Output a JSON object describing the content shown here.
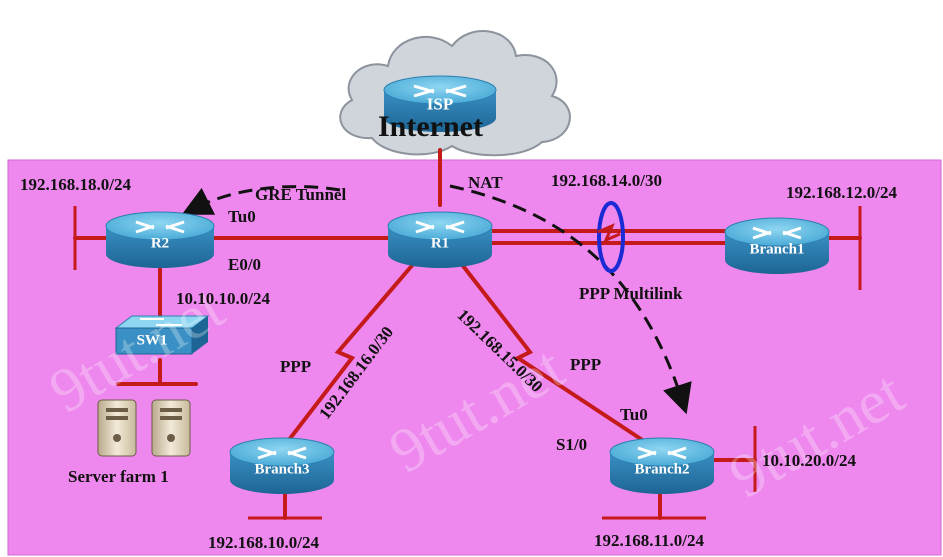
{
  "cloud": {
    "router": "ISP",
    "label": "Internet"
  },
  "routers": {
    "r1": "R1",
    "r2": "R2",
    "branch1": "Branch1",
    "branch2": "Branch2",
    "branch3": "Branch3"
  },
  "switch": "SW1",
  "server_farm": "Server farm 1",
  "labels": {
    "net_r2_lan": "192.168.18.0/24",
    "gre": "GRE Tunnel",
    "nat": "NAT",
    "net_multilink": "192.168.14.0/30",
    "net_branch1_lan": "192.168.12.0/24",
    "r2_tu0": "Tu0",
    "r2_e00": "E0/0",
    "net_sw": "10.10.10.0/24",
    "multilink": "PPP Multilink",
    "ppp_left": "PPP",
    "ppp_right": "PPP",
    "net_r1_b3": "192.168.16.0/30",
    "net_r1_b2": "192.168.15.0/30",
    "b2_tu0": "Tu0",
    "b2_s10": "S1/0",
    "net_b2_side": "10.10.20.0/24",
    "net_b3_lan": "192.168.10.0/24",
    "net_b2_lan": "192.168.11.0/24"
  },
  "watermarks": [
    "9tut.net",
    "9tut.net",
    "9tut.net"
  ],
  "colors": {
    "background": "#ee88ee",
    "link": "#c41a1a",
    "router_top": "#5ab7e0",
    "router_side": "#2d7fb0",
    "cloud": "#d4d8dd",
    "multilink_ring": "#1a2bd6"
  }
}
